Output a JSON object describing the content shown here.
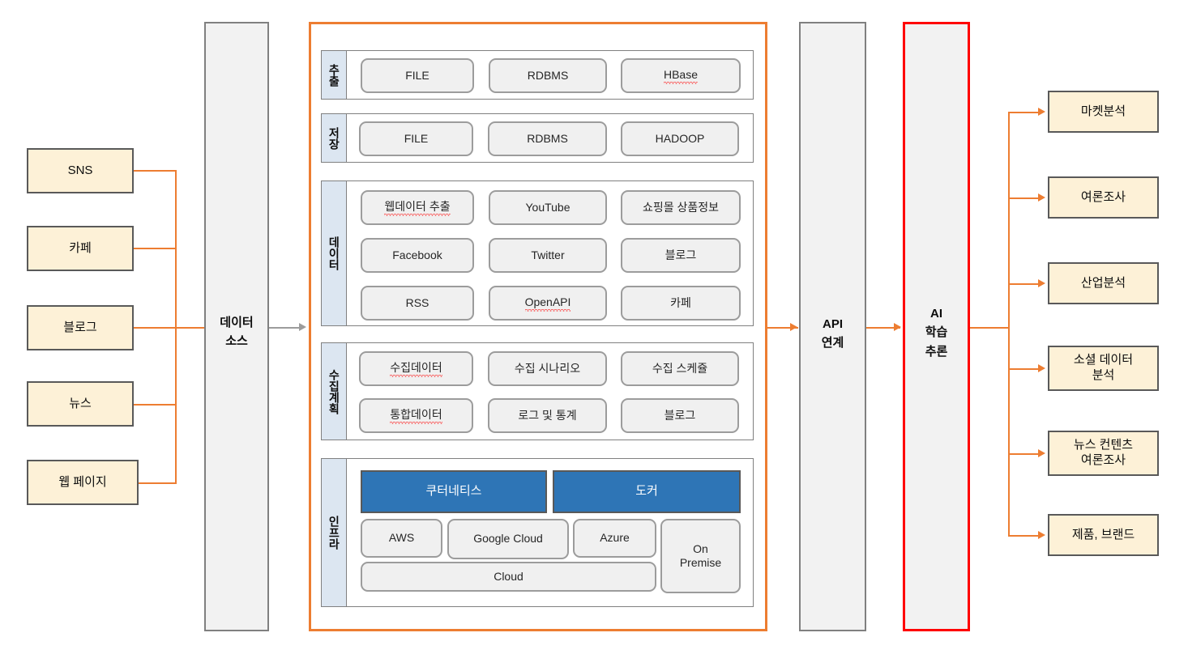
{
  "colors": {
    "source_fill": "#FDF1D7",
    "source_border": "#595959",
    "pillar_fill": "#F2F2F2",
    "pillar_border": "#808080",
    "ai_border": "#FF0000",
    "frame_border": "#ED7D31",
    "section_label_fill": "#DCE6F1",
    "chip_fill": "#F0F0F0",
    "chip_border": "#9C9C9C",
    "blue_fill": "#2E75B6",
    "connector": "#ED7D31"
  },
  "sources": {
    "title": "data-sources-column",
    "items": [
      {
        "label": "SNS"
      },
      {
        "label": "카페"
      },
      {
        "label": "블로그"
      },
      {
        "label": "뉴스"
      },
      {
        "label": "웹 페이지"
      }
    ]
  },
  "data_source_pillar": {
    "line1": "데이터",
    "line2": "소스"
  },
  "platform": {
    "sections": [
      {
        "id": "extract",
        "label": "추출",
        "rows": [
          [
            {
              "text": "FILE",
              "misspelled": false
            },
            {
              "text": "RDBMS",
              "misspelled": false
            },
            {
              "text": "HBase",
              "misspelled": true
            }
          ]
        ]
      },
      {
        "id": "storage",
        "label": "저장",
        "rows": [
          [
            {
              "text": "FILE",
              "misspelled": false
            },
            {
              "text": "RDBMS",
              "misspelled": false
            },
            {
              "text": "HADOOP",
              "misspelled": false
            }
          ]
        ]
      },
      {
        "id": "data",
        "label": "데이터",
        "rows": [
          [
            {
              "text": "웹데이터 추출",
              "misspelled": true
            },
            {
              "text": "YouTube",
              "misspelled": false
            },
            {
              "text": "쇼핑몰 상품정보",
              "misspelled": false
            }
          ],
          [
            {
              "text": "Facebook",
              "misspelled": false
            },
            {
              "text": "Twitter",
              "misspelled": false
            },
            {
              "text": "블로그",
              "misspelled": false
            }
          ],
          [
            {
              "text": "RSS",
              "misspelled": false
            },
            {
              "text": "OpenAPI",
              "misspelled": true
            },
            {
              "text": "카페",
              "misspelled": false
            }
          ]
        ]
      },
      {
        "id": "collection-plan",
        "label": "수집계획",
        "rows": [
          [
            {
              "text": "수집데이터",
              "misspelled": true
            },
            {
              "text": "수집 시나리오",
              "misspelled": false
            },
            {
              "text": "수집 스케쥴",
              "misspelled": false
            }
          ],
          [
            {
              "text": "통합데이터",
              "misspelled": true
            },
            {
              "text": "로그 및 통계",
              "misspelled": false
            },
            {
              "text": "블로그",
              "misspelled": false
            }
          ]
        ]
      }
    ],
    "infra": {
      "id": "infra",
      "label": "인프라",
      "containers": [
        {
          "text": "쿠터네티스"
        },
        {
          "text": "도커"
        }
      ],
      "clouds": [
        {
          "text": "AWS"
        },
        {
          "text": "Google Cloud"
        },
        {
          "text": "Azure"
        }
      ],
      "cloud_bar": {
        "text": "Cloud"
      },
      "on_premise": {
        "line1": "On",
        "line2": "Premise"
      }
    }
  },
  "api_pillar": {
    "line1": "API",
    "line2": "연계"
  },
  "ai_pillar": {
    "line1": "AI",
    "line2": "학습",
    "line3": "추론"
  },
  "outcomes": {
    "items": [
      {
        "line1": "마켓분석",
        "line2": ""
      },
      {
        "line1": "여론조사",
        "line2": ""
      },
      {
        "line1": "산업분석",
        "line2": ""
      },
      {
        "line1": "소셜 데이터",
        "line2": "분석"
      },
      {
        "line1": "뉴스 컨텐츠",
        "line2": "여론조사"
      },
      {
        "line1": "제품, 브랜드",
        "line2": ""
      }
    ]
  }
}
